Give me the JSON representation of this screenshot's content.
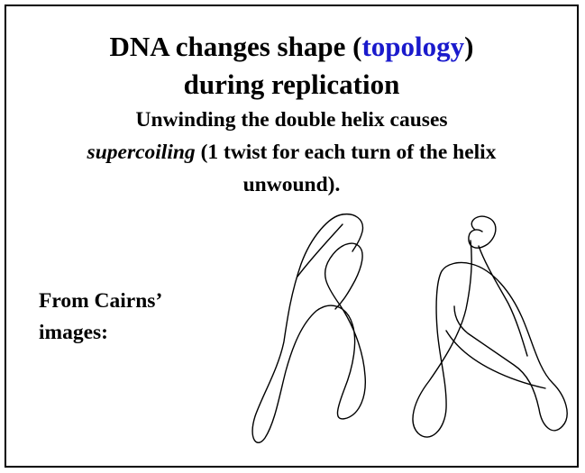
{
  "slide": {
    "title": {
      "line1_before": "DNA changes shape (",
      "line1_keyword": "topology",
      "line1_after": ")",
      "line2": "during replication"
    },
    "subtitle": {
      "line1": "Unwinding the double helix causes",
      "line2_italic": "supercoiling",
      "line2_rest": " (1 twist for each turn of the helix",
      "line3": "unwound)."
    },
    "caption": {
      "line1": "From Cairns’",
      "line2": "images:"
    },
    "colors": {
      "keyword": "#1a1acc",
      "text": "#000000",
      "border": "#000000"
    }
  }
}
